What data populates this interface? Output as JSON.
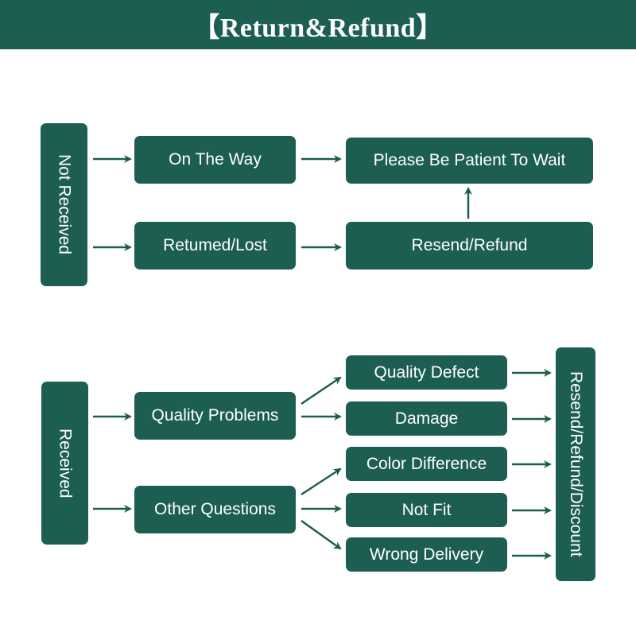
{
  "header": {
    "title": "【Return&Refund】"
  },
  "top_section": {
    "side_label": "Not Received",
    "on_the_way": "On The Way",
    "returned_lost": "Retumed/Lost",
    "please_wait": "Please Be Patient To Wait",
    "resend_refund": "Resend/Refund"
  },
  "bottom_section": {
    "side_label": "Received",
    "quality_problems": "Quality Problems",
    "other_questions": "Other Questions",
    "quality_defect": "Quality Defect",
    "damage": "Damage",
    "color_difference": "Color Difference",
    "not_fit": "Not Fit",
    "wrong_delivery": "Wrong Delivery",
    "outcome": "Resend/Refund/Discount"
  },
  "colors": {
    "box": "#1d5e52",
    "arrow": "#1d5e52",
    "text": "#ffffff"
  }
}
